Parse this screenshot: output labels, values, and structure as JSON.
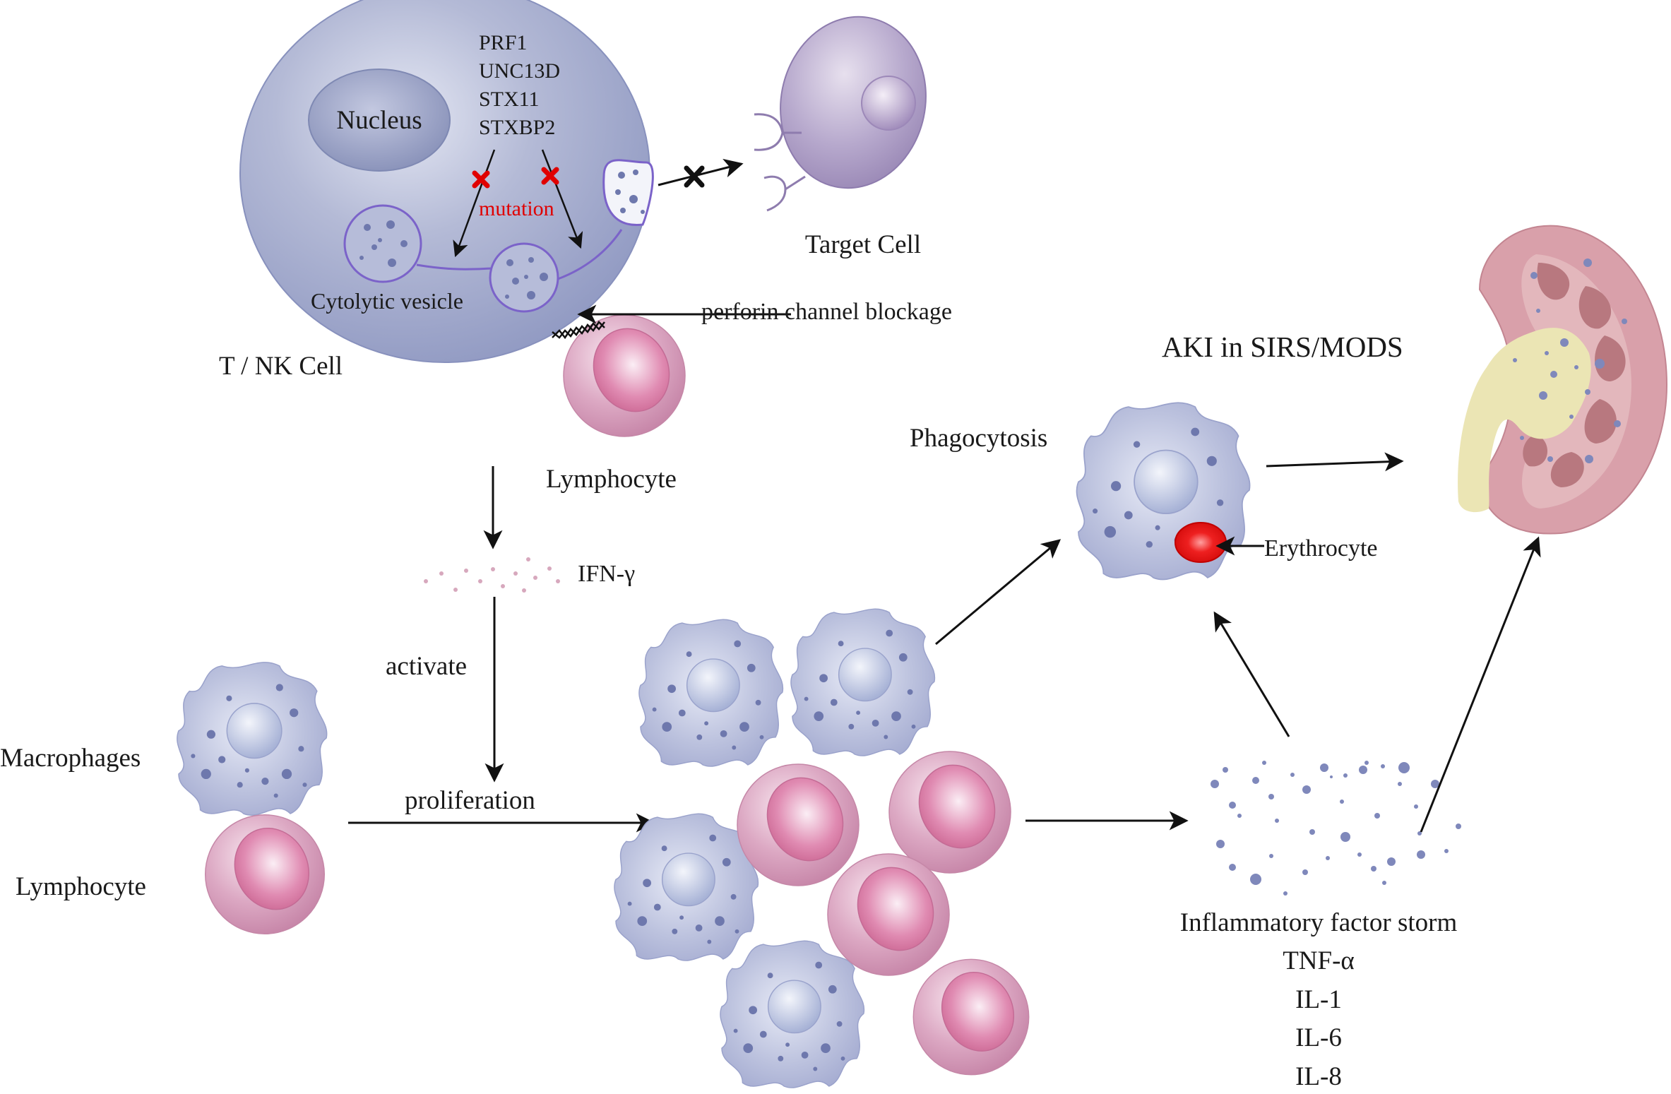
{
  "labels": {
    "genes": [
      "PRF1",
      "UNC13D",
      "STX11",
      "STXBP2"
    ],
    "nucleus": "Nucleus",
    "mutation": "mutation",
    "cytolytic_vesicle": "Cytolytic vesicle",
    "t_nk_cell": "T / NK Cell",
    "target_cell": "Target Cell",
    "perforin_channel_blockage": "perforin channel blockage",
    "lymphocyte_top": "Lymphocyte",
    "ifn_gamma": "IFN-γ",
    "activate": "activate",
    "proliferation": "proliferation",
    "macrophages": "Macrophages",
    "lymphocyte_left": "Lymphocyte",
    "phagocytosis": "Phagocytosis",
    "erythrocyte": "Erythrocyte",
    "aki": "AKI in SIRS/MODS",
    "storm_title": "Inflammatory factor storm",
    "cytokines": [
      "TNF-α",
      "IL-1",
      "IL-6",
      "IL-8"
    ]
  },
  "colors": {
    "cell_body": "#a9b0cf",
    "nucleus": "#8d97bd",
    "membrane": "#7b63c9",
    "target_cell": "#a899c0",
    "lymphocyte": "#d9a3bf",
    "lymphocyte_nucleus": "#c9739c",
    "macrophage": "#b3bad9",
    "macrophage_dot": "#6e78ad",
    "erythrocyte": "#e01818",
    "mutation_mark": "#e00000",
    "kidney_outer": "#d8a0a8",
    "kidney_medulla": "#b77c82",
    "kidney_pelvis": "#ebe5b4",
    "arrow": "#111111"
  }
}
